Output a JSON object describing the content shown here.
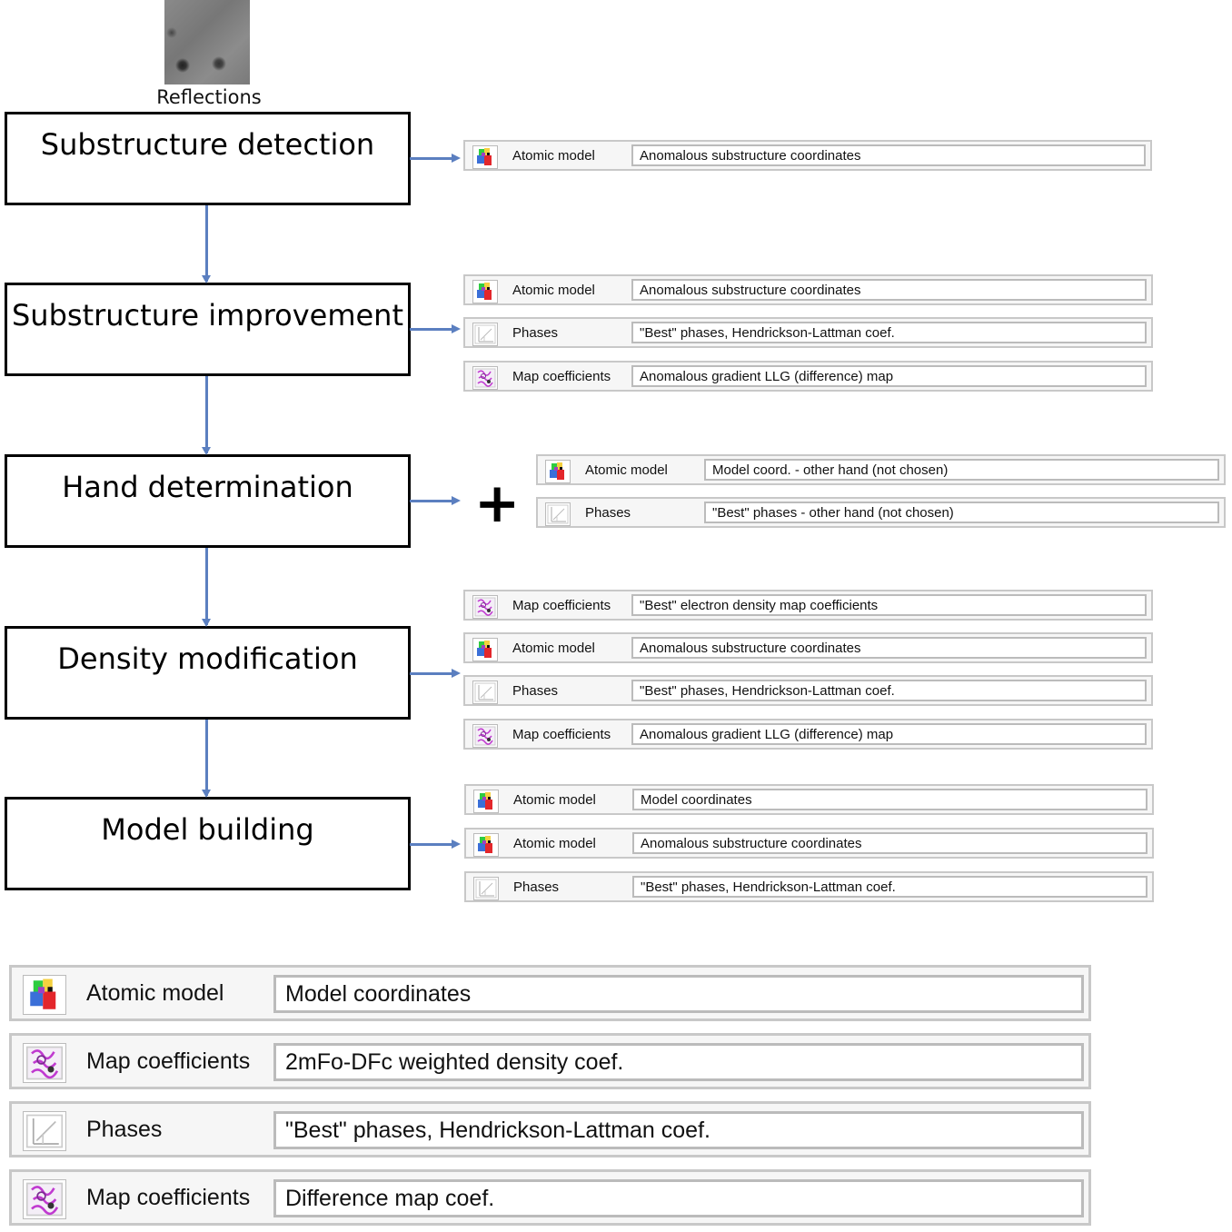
{
  "thumbnail": {
    "label": "Reflections"
  },
  "steps": [
    {
      "title": "Substructure  detection"
    },
    {
      "title": "Substructure  improvement"
    },
    {
      "title": "Hand determination"
    },
    {
      "title": "Density modification"
    },
    {
      "title": "Model building"
    }
  ],
  "plus_symbol": "+",
  "outputs": {
    "detection": [
      {
        "icon": "atomic-model-icon",
        "label": "Atomic model",
        "value": "Anomalous substructure coordinates"
      }
    ],
    "improvement": [
      {
        "icon": "atomic-model-icon",
        "label": "Atomic model",
        "value": "Anomalous substructure coordinates"
      },
      {
        "icon": "phases-icon",
        "label": "Phases",
        "value": "\"Best\" phases, Hendrickson-Lattman coef."
      },
      {
        "icon": "map-coefficients-icon",
        "label": "Map coefficients",
        "value": "Anomalous gradient LLG (difference) map"
      }
    ],
    "hand": [
      {
        "icon": "atomic-model-icon",
        "label": "Atomic model",
        "value": "Model coord. - other hand (not chosen)"
      },
      {
        "icon": "phases-icon",
        "label": "Phases",
        "value": "\"Best\" phases - other hand (not chosen)"
      }
    ],
    "density": [
      {
        "icon": "map-coefficients-icon",
        "label": "Map coefficients",
        "value": "\"Best\" electron density map coefficients"
      },
      {
        "icon": "atomic-model-icon",
        "label": "Atomic model",
        "value": "Anomalous substructure coordinates"
      },
      {
        "icon": "phases-icon",
        "label": "Phases",
        "value": "\"Best\" phases, Hendrickson-Lattman coef."
      },
      {
        "icon": "map-coefficients-icon",
        "label": "Map coefficients",
        "value": "Anomalous gradient LLG (difference) map"
      }
    ],
    "building": [
      {
        "icon": "atomic-model-icon",
        "label": "Atomic model",
        "value": "Model coordinates"
      },
      {
        "icon": "atomic-model-icon",
        "label": "Atomic model",
        "value": "Anomalous substructure coordinates"
      },
      {
        "icon": "phases-icon",
        "label": "Phases",
        "value": "\"Best\" phases, Hendrickson-Lattman coef."
      }
    ],
    "final": [
      {
        "icon": "atomic-model-icon",
        "label": "Atomic model",
        "value": "Model coordinates"
      },
      {
        "icon": "map-coefficients-icon",
        "label": "Map coefficients",
        "value": "2mFo-DFc weighted density coef."
      },
      {
        "icon": "phases-icon",
        "label": "Phases",
        "value": "\"Best\" phases, Hendrickson-Lattman coef."
      },
      {
        "icon": "map-coefficients-icon",
        "label": "Map coefficients",
        "value": "Difference map coef."
      }
    ]
  },
  "colors": {
    "arrow": "#5b7fc0",
    "row_border": "#c8c8c8"
  }
}
